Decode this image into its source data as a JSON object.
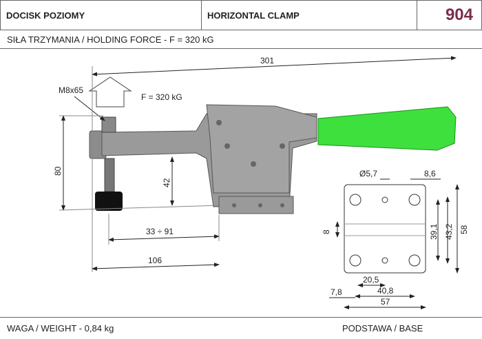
{
  "header": {
    "title_pl": "DOCISK POZIOMY",
    "title_en": "HORIZONTAL CLAMP",
    "model": "904"
  },
  "holding_force": "SIŁA TRZYMANIA / HOLDING FORCE - F = 320 kG",
  "weight": "WAGA / WEIGHT - 0,84 kg",
  "base_label": "PODSTAWA / BASE",
  "force_label": "F = 320 kG",
  "screw_label": "M8x65",
  "colors": {
    "handle": "#3ee03e",
    "body": "#8c8c8c",
    "model": "#7a2e4c"
  },
  "dims": {
    "total_length": "301",
    "height": "80",
    "spindle_height": "42",
    "range": "33 ÷ 91",
    "base_length": "106",
    "hole_dia": "Ø5,7",
    "slot_w": "8,6",
    "d8": "8",
    "d39": "39,1",
    "d43": "43,2",
    "d58": "58",
    "d20": "20,5",
    "d40": "40,8",
    "d78": "7,8",
    "d57": "57"
  }
}
